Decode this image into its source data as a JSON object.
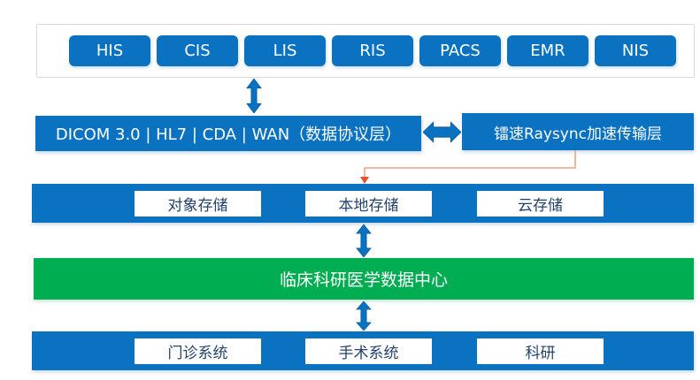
{
  "systems_row": {
    "items": [
      {
        "label": "HIS"
      },
      {
        "label": "CIS"
      },
      {
        "label": "LIS"
      },
      {
        "label": "RIS"
      },
      {
        "label": "PACS"
      },
      {
        "label": "EMR"
      },
      {
        "label": "NIS"
      }
    ]
  },
  "protocol_bar": {
    "label": "DICOM 3.0 | HL7 | CDA | WAN（数据协议层）"
  },
  "raysync_bar": {
    "label": "镭速Raysync加速传输层"
  },
  "storage_bar": {
    "items": [
      {
        "label": "对象存储"
      },
      {
        "label": "本地存储"
      },
      {
        "label": "云存储"
      }
    ]
  },
  "data_center_bar": {
    "label": "临床科研医学数据中心"
  },
  "application_bar": {
    "items": [
      {
        "label": "门诊系统"
      },
      {
        "label": "手术系统"
      },
      {
        "label": "科研"
      }
    ]
  },
  "colors": {
    "primary_blue": "#0a72c0",
    "green": "#00ad50",
    "navy_text": "#24436b",
    "container_border": "#d8d8d8",
    "connector_orange": "#f0a289",
    "connector_arrowhead": "#e0512c"
  }
}
